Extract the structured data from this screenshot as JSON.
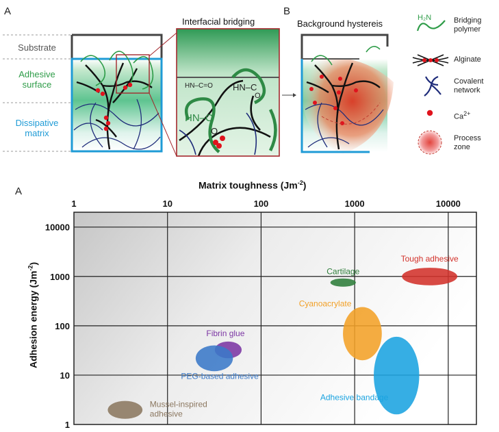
{
  "top_figure": {
    "panel_a_letter": "A",
    "panel_b_letter": "B",
    "layers": {
      "substrate": "Substrate",
      "adhesive_line1": "Adhesive",
      "adhesive_line2": "surface",
      "matrix_line1": "Dissipative",
      "matrix_line2": "matrix"
    },
    "inset_title": "Interfacial bridging",
    "inset_chem": {
      "small": "HN–C=O",
      "mid": "HN–C",
      "mid_o": "O",
      "big_hn": "HN–C",
      "big_o": "O"
    },
    "panel_b_title": "Background hystereis",
    "legend": [
      {
        "icon": "bridging-polymer-icon",
        "line1": "Bridging",
        "line2": "polymer",
        "icon_text": "H₂N"
      },
      {
        "icon": "alginate-icon",
        "line1": "Alginate",
        "line2": ""
      },
      {
        "icon": "covalent-network-icon",
        "line1": "Covalent",
        "line2": "network"
      },
      {
        "icon": "calcium-ion-icon",
        "line1": "Ca",
        "sup": "2+"
      },
      {
        "icon": "process-zone-icon",
        "line1": "Process",
        "line2": "zone"
      }
    ],
    "colors": {
      "adhesive": "#2e9c48",
      "matrix": "#1f9bd6",
      "inset_border": "#a3282d",
      "process_zone": "#e0452a"
    }
  },
  "chart_data": {
    "type": "scatter",
    "panel_letter": "A",
    "xlabel": "Matrix toughness (Jm",
    "xlabel_sup": "-2",
    "xlabel_end": ")",
    "ylabel": "Adhesion energy (Jm",
    "ylabel_sup": "-2",
    "ylabel_end": ")",
    "x_scale": "log",
    "y_scale": "log",
    "xlim": [
      1,
      20000
    ],
    "ylim": [
      1,
      20000
    ],
    "x_ticks": [
      "1",
      "10",
      "100",
      "1000",
      "10000"
    ],
    "y_ticks": [
      "1",
      "10",
      "100",
      "1000",
      "10000"
    ],
    "grid": true,
    "regions": [
      {
        "name": "Tough adhesive",
        "x_center": 6300,
        "y_center": 1000,
        "x_range": [
          3200,
          12500
        ],
        "y_range": [
          660,
          1500
        ],
        "color": "#d2312a"
      },
      {
        "name": "Cartilage",
        "x_center": 750,
        "y_center": 750,
        "x_range": [
          550,
          1030
        ],
        "y_range": [
          620,
          910
        ],
        "color": "#2e7d3a"
      },
      {
        "name": "Cyanoacrylate",
        "x_center": 1200,
        "y_center": 70,
        "x_range": [
          750,
          1950
        ],
        "y_range": [
          20,
          240
        ],
        "color": "#f2a027"
      },
      {
        "name": "Adhesive bandage",
        "x_center": 2800,
        "y_center": 10,
        "x_range": [
          1600,
          4900
        ],
        "y_range": [
          1.6,
          60
        ],
        "color": "#1aa3e0"
      },
      {
        "name": "Fibrin glue",
        "x_center": 45,
        "y_center": 33,
        "x_range": [
          32,
          62
        ],
        "y_range": [
          22,
          48
        ],
        "color": "#7b35a3"
      },
      {
        "name": "PEG-based adhesive",
        "x_center": 32,
        "y_center": 22,
        "x_range": [
          20,
          50
        ],
        "y_range": [
          12,
          40
        ],
        "color": "#3a79c8"
      },
      {
        "name": "Mussel-inspired",
        "name2": "adhesive",
        "x_center": 3.5,
        "y_center": 2,
        "x_range": [
          2.3,
          5.4
        ],
        "y_range": [
          1.3,
          3.0
        ],
        "color": "#8b7760"
      }
    ]
  }
}
